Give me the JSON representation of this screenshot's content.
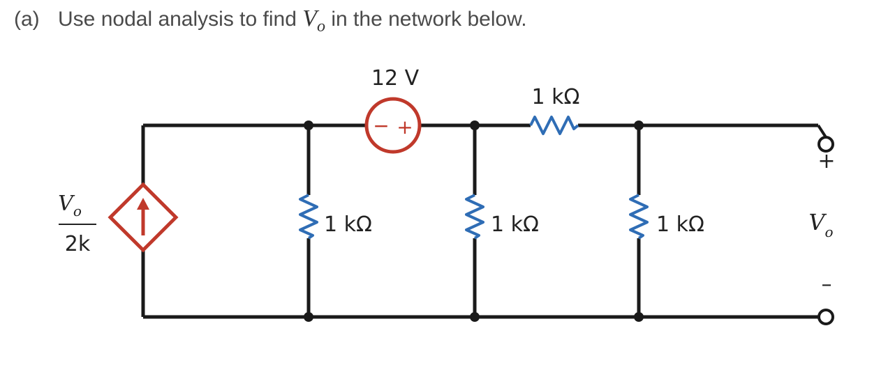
{
  "question": {
    "tag": "(a)",
    "prefix": "Use nodal analysis to find",
    "var_main": "V",
    "var_sub": "o",
    "suffix": "in the network below."
  },
  "circuit": {
    "source_label": "12 V",
    "source_minus": "−",
    "source_plus": "+",
    "series_resistor_label": "1 kΩ",
    "shunt_labels": [
      "1 kΩ",
      "1 kΩ",
      "1 kΩ"
    ],
    "dep_source_num_main": "V",
    "dep_source_num_sub": "o",
    "dep_source_den": "2k",
    "out_plus": "+",
    "out_minus": "–",
    "out_var_main": "V",
    "out_var_sub": "o"
  },
  "colors": {
    "wire": "#1a1a1a",
    "resistor": "#2f6db5",
    "source": "#c0392b"
  }
}
